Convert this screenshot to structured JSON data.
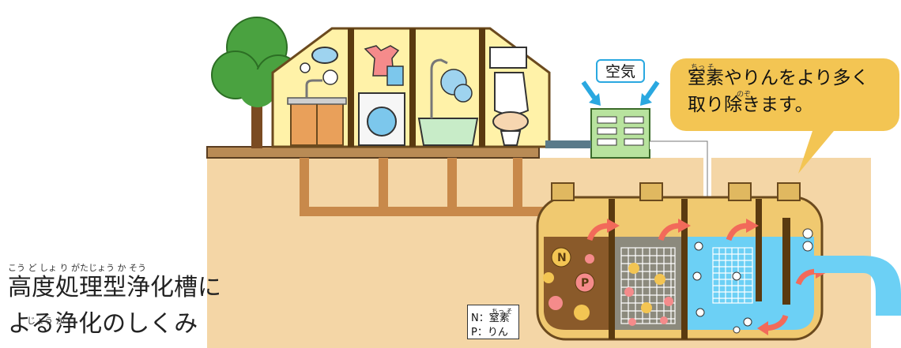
{
  "caption": {
    "line1": "高度処理型浄化槽に",
    "line1_ruby": "こう ど しょ り がたじょう か そう",
    "line2": "よる浄化のしくみ",
    "line2_ruby": "じょう か"
  },
  "air_label": "空気",
  "speech_bubble": {
    "line1": "窒素やりんをより多く",
    "line1_ruby": "ちっ そ",
    "line2": "取り除きます。",
    "line2_ruby": "のぞ"
  },
  "legend": {
    "ruby": "ちっ そ",
    "n_line": "N：窒素",
    "p_line": "P：りん"
  },
  "marks": {
    "nitrogen": "N",
    "phosphorus": "P"
  },
  "colors": {
    "ground": "#f4d6a6",
    "house_fill": "#fff2a8",
    "pipe": "#c8894a",
    "sludge": "#8a5a2a",
    "filter": "#8c8a7d",
    "clean_water": "#6cd0f5",
    "arrow": "#f26a5a",
    "bubble": "#f3c553",
    "tree": "#4aa240"
  }
}
